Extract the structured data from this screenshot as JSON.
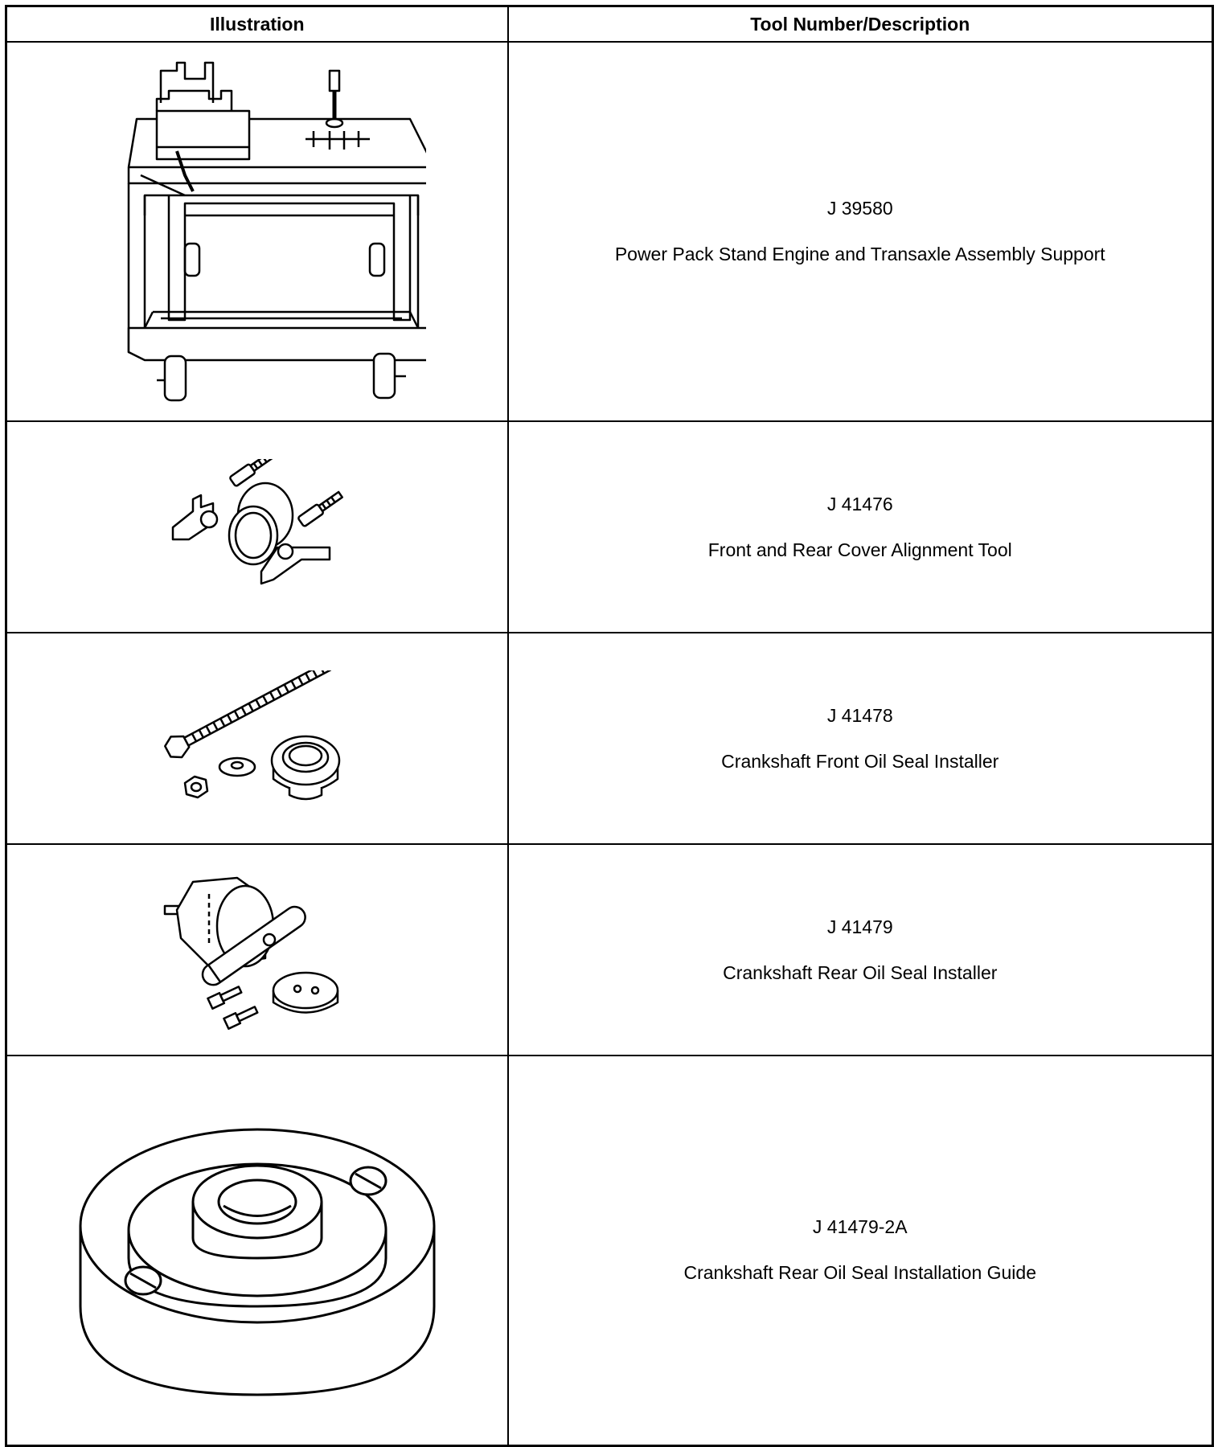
{
  "table": {
    "headers": {
      "illustration": "Illustration",
      "tool": "Tool Number/Description"
    },
    "rows": [
      {
        "tool_number": "J 39580",
        "description": "Power Pack Stand Engine and Transaxle Assembly Support",
        "illustration_icon": "engine-stand-icon"
      },
      {
        "tool_number": "J 41476",
        "description": "Front and Rear Cover Alignment Tool",
        "illustration_icon": "alignment-tool-icon"
      },
      {
        "tool_number": "J 41478",
        "description": "Crankshaft Front Oil Seal Installer",
        "illustration_icon": "front-seal-installer-icon"
      },
      {
        "tool_number": "J 41479",
        "description": "Crankshaft Rear Oil Seal Installer",
        "illustration_icon": "rear-seal-installer-icon"
      },
      {
        "tool_number": "J 41479-2A",
        "description": "Crankshaft Rear Oil Seal Installation Guide",
        "illustration_icon": "seal-installation-guide-icon"
      }
    ]
  }
}
